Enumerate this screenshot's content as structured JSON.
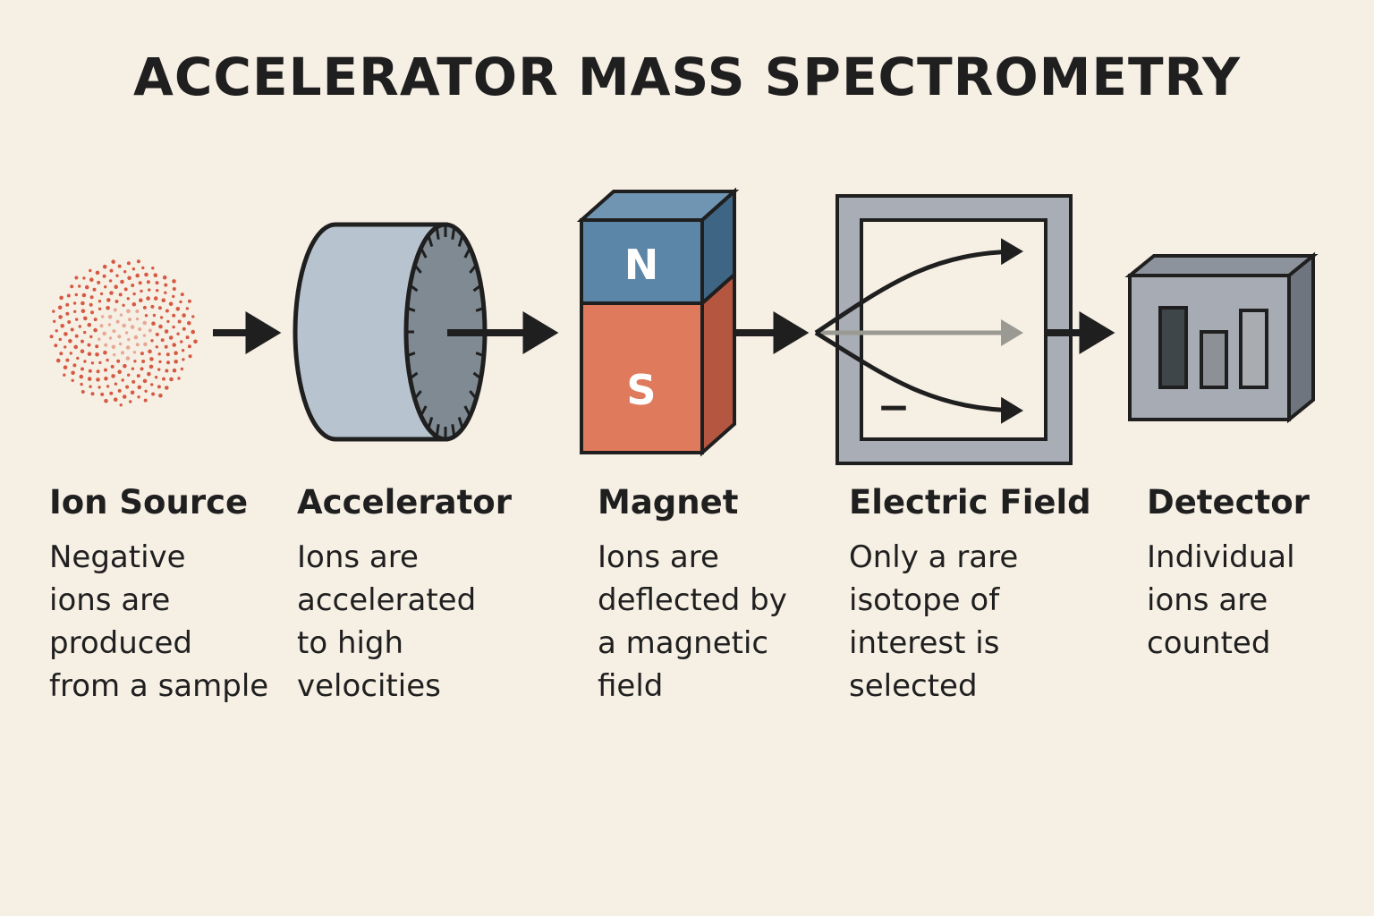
{
  "title": "ACCELERATOR MASS SPECTROMETRY",
  "magnet": {
    "north": "N",
    "south": "S"
  },
  "electric_field": {
    "minus_sign": "−"
  },
  "stages": [
    {
      "title": "Ion Source",
      "desc": [
        "Negative",
        "ions are",
        "produced",
        "from a sample"
      ]
    },
    {
      "title": "Accelerator",
      "desc": [
        "Ions are",
        "accelerated",
        "to high",
        "velocities"
      ]
    },
    {
      "title": "Magnet",
      "desc": [
        "Ions are",
        "deflected by",
        "a magnetic",
        "field"
      ]
    },
    {
      "title": "Electric Field",
      "desc": [
        "Only a rare",
        "isotope of",
        "interest is",
        "selected"
      ]
    },
    {
      "title": "Detector",
      "desc": [
        "Individual",
        "ions are",
        "counted"
      ]
    }
  ],
  "colors": {
    "background": "#f6efe4",
    "ion_dots": "#d4513a",
    "accelerator_body": "#b7c4d0",
    "accelerator_face": "#7f8a93",
    "magnet_north": "#5b86a8",
    "magnet_south": "#df7a5c",
    "field_frame": "#a9aeb6",
    "detector_body": "#a6abb4",
    "arrow": "#1f1f1f",
    "neutral_arrow": "#9a9a92"
  }
}
